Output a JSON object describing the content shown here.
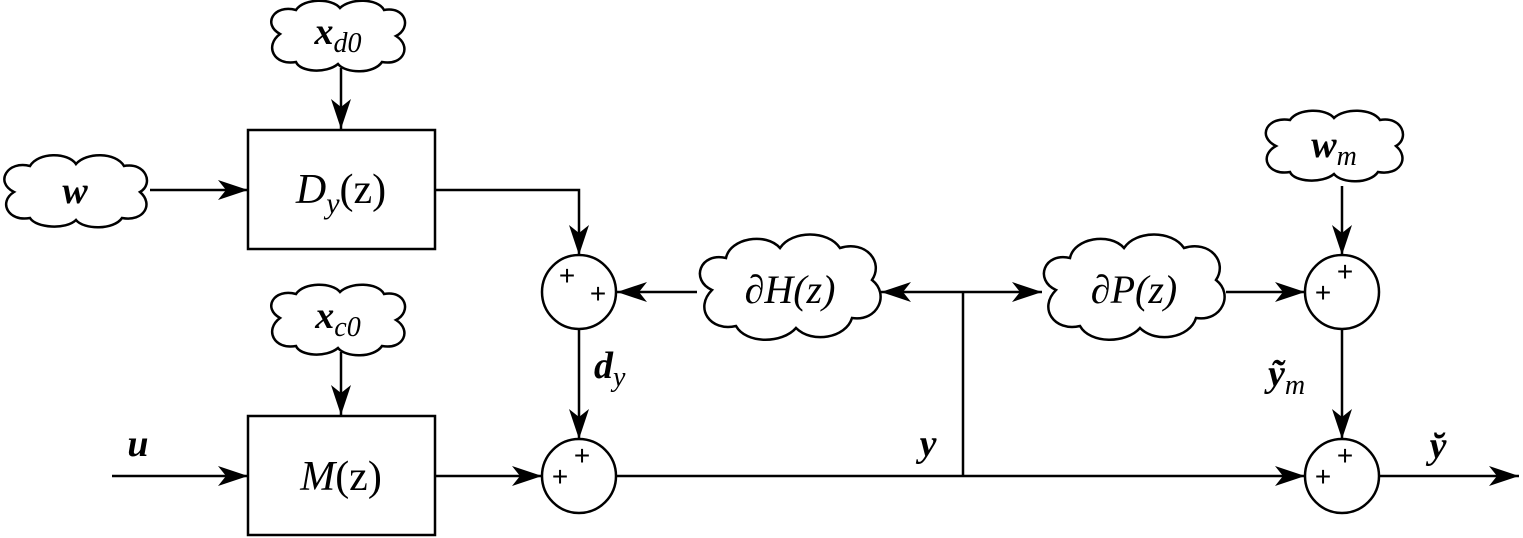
{
  "blocks": {
    "dy": {
      "name": "D",
      "sub": "y",
      "arg": "(z)"
    },
    "m": {
      "name": "M",
      "arg": "(z)"
    }
  },
  "clouds": {
    "xd0": {
      "main": "x",
      "sub": "d0"
    },
    "xc0": {
      "main": "x",
      "sub": "c0"
    },
    "w": {
      "main": "w"
    },
    "wm": {
      "main": "w",
      "sub": "m"
    },
    "dh": {
      "text": "∂H(z)"
    },
    "dp": {
      "text": "∂P(z)"
    }
  },
  "signals": {
    "u": "u",
    "y": "y",
    "dy": {
      "main": "d",
      "sub": "y"
    },
    "ym": {
      "main": "ỹ",
      "sub": "m"
    },
    "ycheck": "y̆"
  },
  "sum_sign": "+"
}
